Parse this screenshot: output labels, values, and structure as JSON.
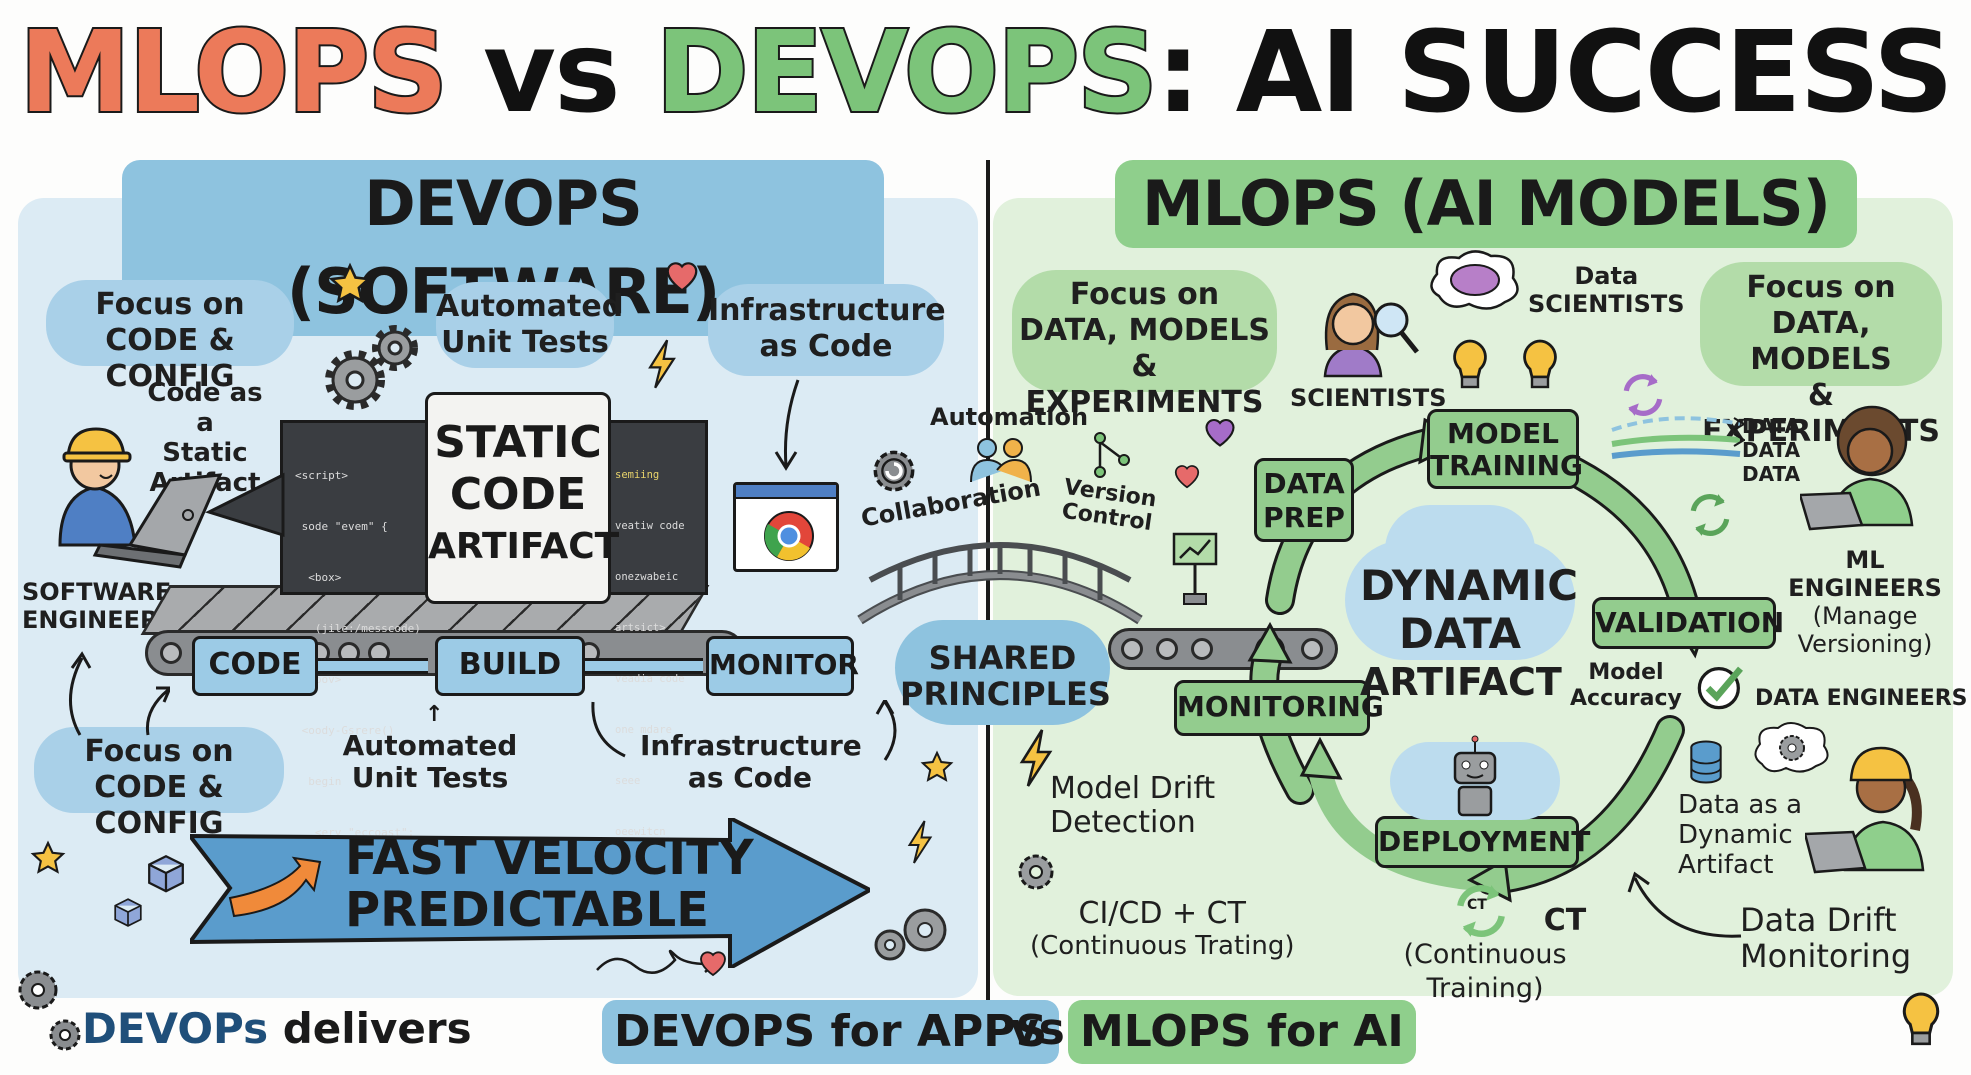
{
  "title": {
    "part1": "MLOPS",
    "vs": " vs ",
    "part2": "DEVOPS",
    "rest": ": AI SUCCESS"
  },
  "devops": {
    "header": "DEVOPS (SOFTWARE)",
    "focus_top": [
      "Focus on",
      "CODE & CONFIG"
    ],
    "unit_tests_top": [
      "Automated",
      "Unit Tests"
    ],
    "iac_top": [
      "Infrastructure",
      "as Code"
    ],
    "code_static": [
      "Code as a",
      "Static",
      "Artifact"
    ],
    "engineer": [
      "SOFTWARE",
      "ENGINEER"
    ],
    "static_artifact": [
      "STATIC",
      "CODE",
      "ARTIFACT"
    ],
    "code_left": [
      "<script>",
      " sode \"evem\" {",
      "  <box>",
      "   (jile:/messcode)",
      " </bov>",
      " <oody-Gsrere()",
      "  begin",
      "   <erv \"eccoast\";",
      "   <atv \"aa\")",
      "  </temdct>",
      "</nond>"
    ],
    "code_right": [
      "semiing",
      "veatiw code",
      "onezwabeic",
      "artsict>",
      "veadia code",
      "one mdare",
      "seee",
      "oeewitcn",
      "neva. code",
      "setters"
    ],
    "stages": [
      "CODE",
      "BUILD",
      "MONITOR"
    ],
    "focus_bottom": [
      "Focus on",
      "CODE & CONFIG"
    ],
    "unit_tests_bottom": [
      "Automated",
      "Unit Tests"
    ],
    "iac_bottom": [
      "Infrastructure",
      "as Code"
    ],
    "fast_arrow": [
      "FAST VELOCITY",
      "PREDICTABLE"
    ]
  },
  "bridge": {
    "automation": "Automation",
    "collaboration": "Collaboration",
    "version_control": [
      "Version",
      "Control"
    ],
    "shared": [
      "SHARED",
      "PRINCIPLES"
    ]
  },
  "mlops": {
    "header": "MLOPS (AI MODELS)",
    "focus_left": [
      "Focus on",
      "DATA, MODELS",
      "& EXPERIMENTS"
    ],
    "focus_right": [
      "Focus on",
      "DATA, MODELS",
      "& EXPERIMENTS"
    ],
    "scientists": "SCIENTISTS",
    "data_scientists": [
      "Data",
      "SCIENTISTS"
    ],
    "stages": {
      "data_prep": [
        "DATA",
        "PREP"
      ],
      "model_training": [
        "MODEL",
        "TRAINING"
      ],
      "validation": "VALIDATION",
      "deployment": "DEPLOYMENT",
      "monitoring": "MONITORING"
    },
    "center": [
      "DYNAMIC",
      "DATA",
      "ARTIFACT"
    ],
    "model_accuracy": [
      "Model",
      "Accuracy"
    ],
    "data_stream": [
      "DATA",
      "DATA",
      "DATA"
    ],
    "ml_engineers": [
      "ML ENGINEERS",
      "(Manage",
      "Versioning)"
    ],
    "data_engineers": "DATA ENGINEERS",
    "data_dynamic": [
      "Data as a",
      "Dynamic",
      "Artifact"
    ],
    "model_drift": [
      "Model Drift",
      "Detection"
    ],
    "cicd": [
      "CI/CD + CT",
      "(Continuous Trating)"
    ],
    "ct_badge": "CT",
    "ct_label": [
      "CT",
      "(Continuous Training)"
    ],
    "data_drift": [
      "Data Drift",
      "Monitoring"
    ]
  },
  "footer": {
    "devops_word": "DEVOPs",
    "delivers": " delivers",
    "devops_apps": "DEVOPS for APPS",
    "vs": "vs",
    "mlops_ai": "MLOPS for AI"
  },
  "colors": {
    "mlops_title": "#ec7a5a",
    "devops_title": "#7cc47a",
    "devops_panel": "#dcebf4",
    "mlops_panel": "#e1f1dc",
    "devops_accent": "#8ec3df",
    "mlops_accent": "#8fcf8c",
    "fast_arrow": "#5a9ccc"
  }
}
